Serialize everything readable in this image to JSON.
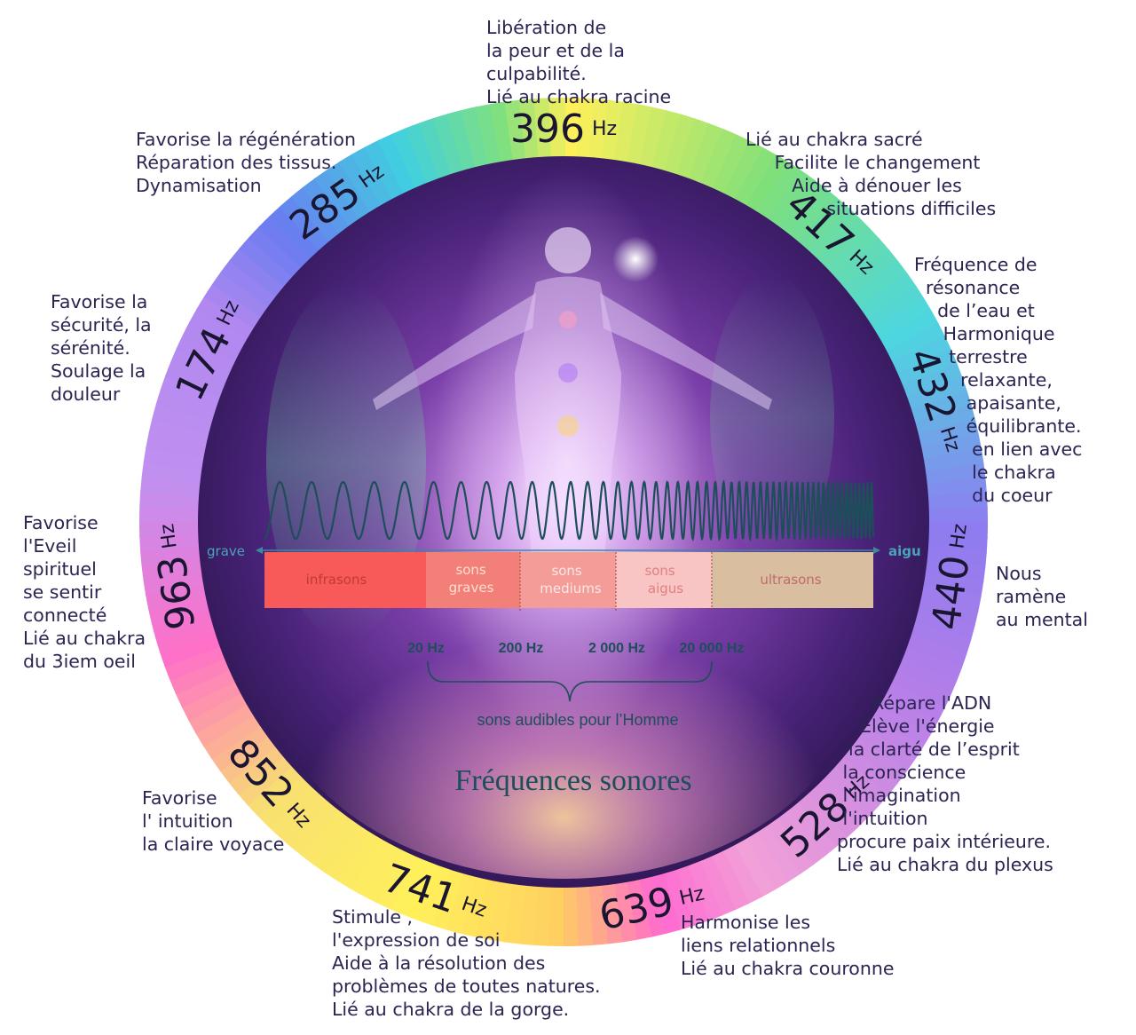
{
  "frequencies": [
    {
      "value": "396",
      "unit": "Hz"
    },
    {
      "value": "417",
      "unit": "Hz"
    },
    {
      "value": "432",
      "unit": "Hz"
    },
    {
      "value": "440",
      "unit": "Hz"
    },
    {
      "value": "528",
      "unit": "Hz"
    },
    {
      "value": "639",
      "unit": "Hz"
    },
    {
      "value": "741",
      "unit": "Hz"
    },
    {
      "value": "852",
      "unit": "Hz"
    },
    {
      "value": "963",
      "unit": "Hz"
    },
    {
      "value": "174",
      "unit": "Hz"
    },
    {
      "value": "285",
      "unit": "Hz"
    }
  ],
  "notes": {
    "f396": "Libération de\nla peur et de la\nculpabilité.\nLié au chakra racine",
    "f417": "Lié au chakra sacré\n     Facilite le changement\n        Aide à dénouer les\n              situations difficiles",
    "f432": "Fréquence de\n  résonance\n    de l’eau et\n     Harmonique\n      terrestre\n        relaxante,\n         apaisante,\n         équilibrante.\n          en lien avec\n          le chakra\n          du coeur",
    "f440": "Nous\nramène\nau mental",
    "f528": "      Répare l'ADN\n    Elève l'énergie\n  la clarté de l’esprit\n la conscience\n l'imagination\n l'intuition\nprocure paix intérieure.\nLié au chakra du plexus",
    "f639": "Harmonise les\nliens relationnels\nLié au chakra couronne",
    "f741": "Stimule ,\nl'expression de soi\nAide à la résolution des\nproblèmes de toutes natures.\nLié au chakra de la gorge.",
    "f852": "Favorise\nl' intuition\nla claire voyace",
    "f963": "Favorise\nl'Eveil\nspirituel\nse sentir\nconnecté\nLié au chakra\ndu 3iem oeil",
    "f174": "Favorise la\nsécurité, la\nsérénité.\nSoulage la\ndouleur",
    "f285": "Favorise la régénération\nRéparation des tissus.\nDynamisation"
  },
  "spectrum": {
    "left_label": "grave",
    "right_label": "aigu",
    "bands": [
      "infrasons",
      "sons graves",
      "sons mediums",
      "sons aigus",
      "ultrasons"
    ],
    "ticks": [
      "20 Hz",
      "200 Hz",
      "2 000 Hz",
      "20 000 Hz"
    ],
    "audible_label": "sons audibles pour l’Homme",
    "title": "Fréquences sonores"
  },
  "colors": {
    "infrasons": "#f75a58",
    "sons_graves": "#f27f78",
    "sons_mediums": "#f49c98",
    "sons_aigus": "#f8c4c4",
    "ultrasons": "#d9bfa0",
    "wave": "#1d4e5a",
    "title": "#1d4e5a"
  }
}
